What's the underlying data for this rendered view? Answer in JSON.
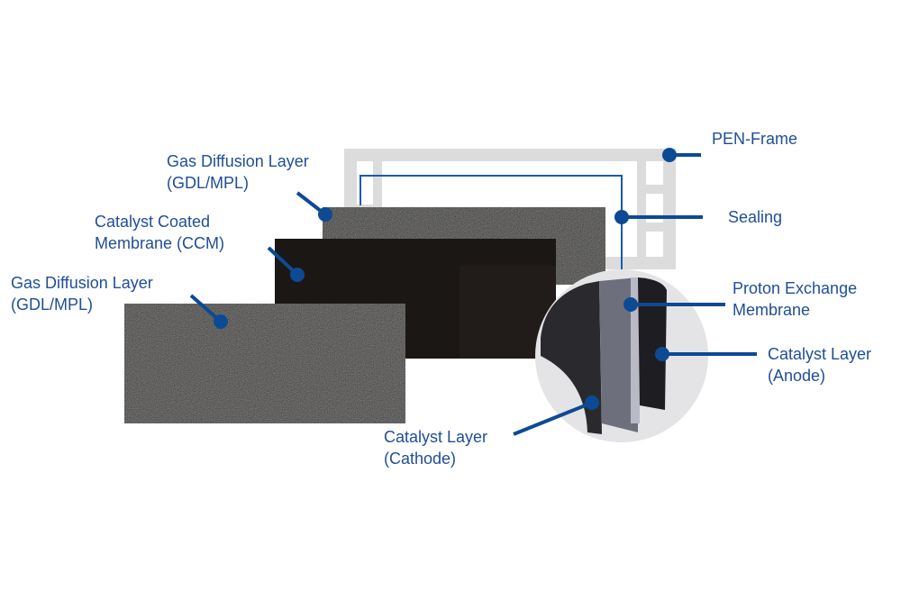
{
  "title": "Membrane Electrode Assembly components",
  "colors": {
    "accent": "#0d4a94",
    "frame": "#dcdcdc",
    "circle": "#e4e4e6"
  },
  "labels": {
    "pen_frame": "PEN-Frame",
    "sealing": "Sealing",
    "gdl_back": {
      "line1": "Gas Diffusion Layer",
      "line2": "(GDL/MPL)"
    },
    "ccm": {
      "line1": "Catalyst Coated",
      "line2": "Membrane (CCM)"
    },
    "gdl_front": {
      "line1": "Gas Diffusion Layer",
      "line2": "(GDL/MPL)"
    },
    "pem": {
      "line1": "Proton Exchange",
      "line2": "Membrane"
    },
    "anode": {
      "line1": "Catalyst Layer",
      "line2": "(Anode)"
    },
    "cathode": {
      "line1": "Catalyst Layer",
      "line2": "(Cathode)"
    }
  }
}
